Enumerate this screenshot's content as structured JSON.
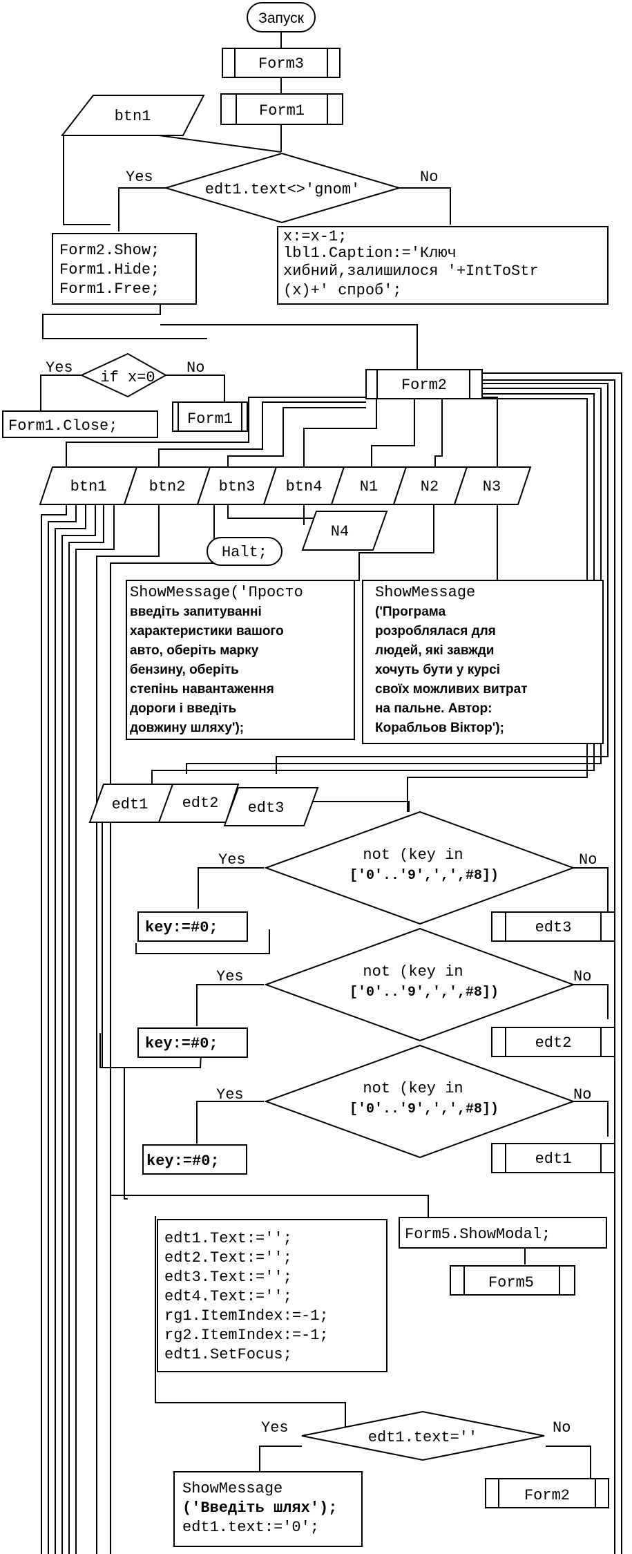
{
  "start": "Запуск",
  "form3": "Form3",
  "form1_top": "Form1",
  "btn1_top": "btn1",
  "decision1": {
    "cond": "edt1.text<>'gnom'",
    "yes": "Yes",
    "no": "No"
  },
  "block_show": [
    "Form2.Show;",
    "Form1.Hide;",
    "Form1.Free;"
  ],
  "block_key": [
    "x:=x-1;",
    "lbl1.Caption:='Ключ",
    "хибний,залишилося '+IntToStr",
    "(x)+' спроб';"
  ],
  "decision2": {
    "cond": "if x=0",
    "yes": "Yes",
    "no": "No"
  },
  "form1_close": "Form1.Close;",
  "form1_mid": "Form1",
  "form2": "Form2",
  "io_row": [
    "btn1",
    "btn2",
    "btn3",
    "btn4",
    "N1",
    "N2",
    "N3"
  ],
  "n4": "N4",
  "halt": "Halt;",
  "msg1": [
    "ShowMessage('Просто",
    "введіть запитуванні",
    "характеристики вашого",
    "авто, оберіть марку",
    "бензину, оберіть",
    "степінь навантаження",
    "дороги і введіть",
    "довжину шляху');"
  ],
  "msg2": [
    "ShowMessage",
    "('Програма",
    "розроблялася для",
    "людей, які завжди",
    "хочуть бути у курсі",
    "своїх можливих витрат",
    "на пальне. Автор:",
    "Корабльов Віктор');"
  ],
  "edt_row": [
    "edt1",
    "edt2",
    "edt3"
  ],
  "keycheck": {
    "line1": "not (key in",
    "line2": "['0'..'9',',',#8])",
    "yes": "Yes",
    "no": "No",
    "action": "key:=#0;"
  },
  "edt_sub": [
    "edt3",
    "edt2",
    "edt1"
  ],
  "clear_block": [
    "edt1.Text:='';",
    "edt2.Text:='';",
    "edt3.Text:='';",
    "edt4.Text:='';",
    "rg1.ItemIndex:=-1;",
    "rg2.ItemIndex:=-1;",
    "edt1.SetFocus;"
  ],
  "form5_show": "Form5.ShowModal;",
  "form5": "Form5",
  "decision3": {
    "cond": "edt1.text=''",
    "yes": "Yes",
    "no": "No"
  },
  "msg3": [
    "ShowMessage",
    "('Введіть шлях');",
    "edt1.text:='0';"
  ],
  "form2_end": "Form2"
}
